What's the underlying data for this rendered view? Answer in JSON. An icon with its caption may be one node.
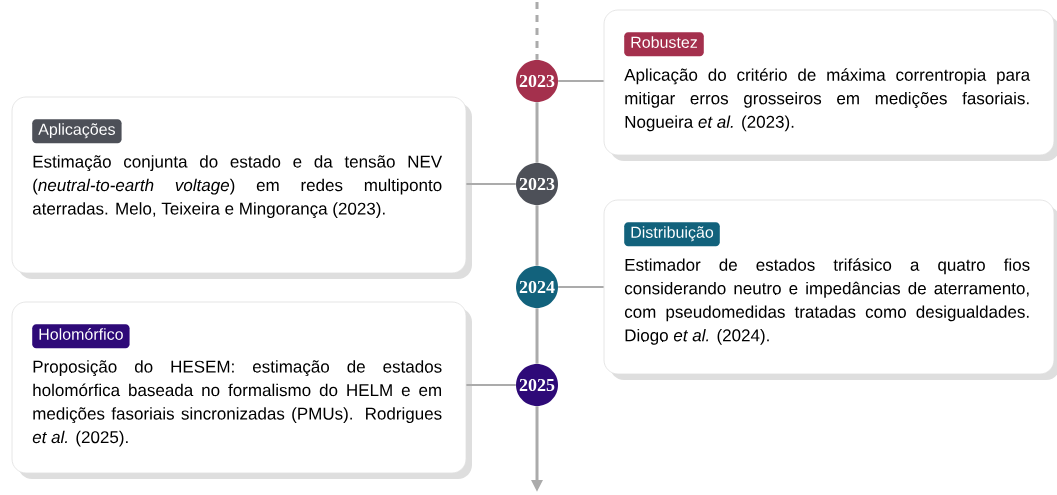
{
  "diagram": {
    "nodes": [
      {
        "text": [
          "2023"
        ]
      },
      {
        "text": [
          "Robustez",
          "Aplicação do critério de máxima correntropia para mitigar erros grosseiros em medições fasoriais. Nogueira *et al.* (2023)."
        ]
      },
      {
        "text": [
          "2023"
        ]
      },
      {
        "text": [
          "Aplicações",
          "Estimação conjunta do estado e da tensão NEV (*neutral-to-earth voltage*) em redes multiponto aterradas. Melo, Teixeira e Mingorança (2023)."
        ]
      },
      {
        "text": [
          "2024"
        ]
      },
      {
        "text": [
          "Distribuição",
          "Estimador de estados trifásico a quatro fios considerando neutro e impedâncias de aterramento, com pseudomedidas tratadas como desigualdades. Diogo *et al.* (2024)."
        ]
      },
      {
        "text": [
          "2025"
        ]
      },
      {
        "text": [
          "Holomórfico",
          "Proposição do HESEM: estimação de estados holomórfica baseada no formalismo do HELM e em medições fasoriais sincronizadas (PMUs). Rodrigues *et al.* (2025)."
        ]
      }
    ],
    "edges": [
      {
        "from": null,
        "to": 0,
        "arrow": "none",
        "style": "dashed"
      },
      {
        "from": 0,
        "to": 2,
        "arrow": "none"
      },
      {
        "from": 2,
        "to": 4,
        "arrow": "none"
      },
      {
        "from": 4,
        "to": 6,
        "arrow": "none"
      },
      {
        "from": 6,
        "to": null,
        "arrow": "to"
      },
      {
        "from": 0,
        "to": 1,
        "arrow": "none"
      },
      {
        "from": 2,
        "to": 3,
        "arrow": "none"
      },
      {
        "from": 4,
        "to": 5,
        "arrow": "none"
      },
      {
        "from": 6,
        "to": 7,
        "arrow": "none"
      }
    ]
  }
}
